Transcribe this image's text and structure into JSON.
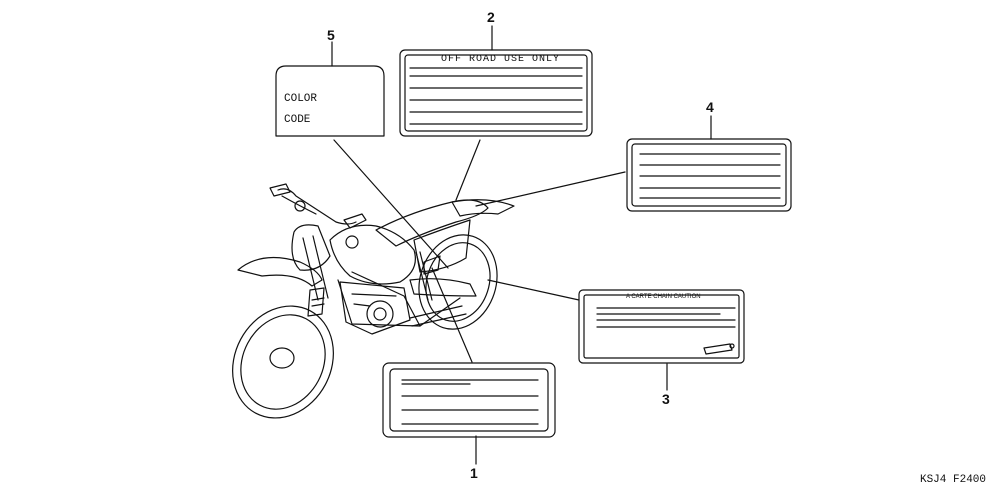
{
  "callouts": {
    "label_1": "1",
    "label_2": "2",
    "label_3": "3",
    "label_4": "4",
    "label_5": "5"
  },
  "labels": {
    "off_road_text": "OFF ROAD  USE ONLY",
    "color_text": "COLOR",
    "code_text": "CODE",
    "caution_text": "A  CARTE  CHAIN CAUTION"
  },
  "diagram_code": "KSJ4  F2400",
  "colors": {
    "line": "#111111",
    "background": "#ffffff"
  }
}
